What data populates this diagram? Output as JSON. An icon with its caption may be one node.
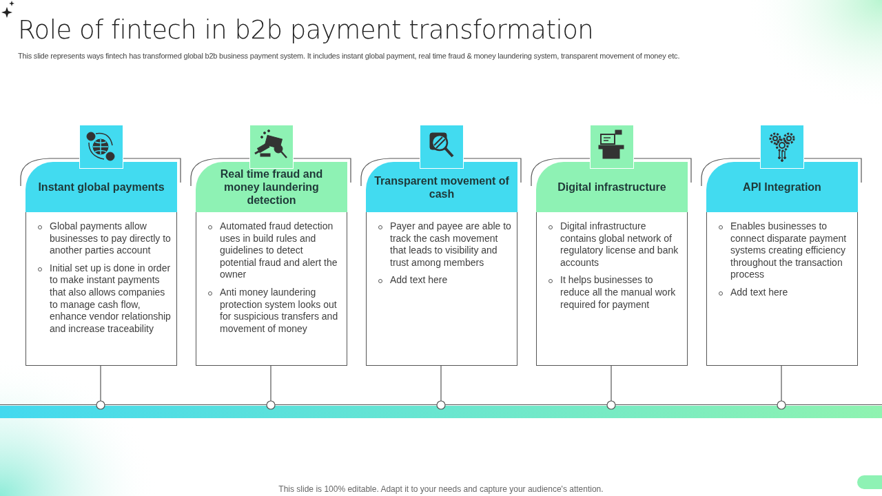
{
  "diagram": {
    "title": "Role of fintech in b2b payment transformation",
    "caption": "This slide represents ways fintech has transformed global b2b business payment system. It includes instant global payment, real time fraud & money laundering system, transparent movement of money etc.",
    "nodes": [
      {
        "text": [
          "Instant global payments",
          "Global payments allow businesses to pay directly to another parties account",
          "Initial set up is done in order to make instant payments that also allows companies to manage cash flow, enhance vendor relationship and increase traceability"
        ]
      },
      {
        "text": [
          "Real time fraud and money laundering detection",
          "Automated fraud detection uses in build rules and guidelines to detect potential fraud and alert the owner",
          "Anti money laundering protection system looks out for suspicious transfers and movement of money"
        ]
      },
      {
        "text": [
          "Transparent movement of cash",
          "Payer and payee are able to track the cash movement that leads to visibility and trust among members",
          "Add text here"
        ]
      },
      {
        "text": [
          "Digital infrastructure",
          "Digital infrastructure contains global network of regulatory license and bank accounts",
          "It helps businesses to reduce all the manual work required for payment"
        ]
      },
      {
        "text": [
          "API Integration",
          "Enables businesses to connect disparate payment systems creating efficiency throughout the transaction process",
          "Add text here"
        ]
      },
      {
        "text": [],
        "shape": "circle"
      },
      {
        "text": [],
        "shape": "circle"
      },
      {
        "text": [],
        "shape": "circle"
      },
      {
        "text": [],
        "shape": "circle"
      },
      {
        "text": [],
        "shape": "circle"
      }
    ],
    "edges": [
      {
        "from": 0,
        "to": 5,
        "arrow": "none"
      },
      {
        "from": 1,
        "to": 6,
        "arrow": "none"
      },
      {
        "from": 2,
        "to": 7,
        "arrow": "none"
      },
      {
        "from": 3,
        "to": 8,
        "arrow": "none"
      },
      {
        "from": 4,
        "to": 9,
        "arrow": "none"
      }
    ],
    "labels": [
      "This slide is 100% editable. Adapt it to your needs and capture your audience's attention."
    ]
  }
}
